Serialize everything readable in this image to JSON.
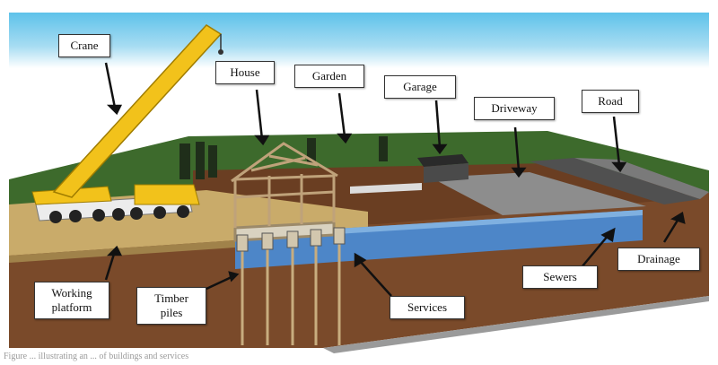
{
  "labels": {
    "crane": "Crane",
    "house": "House",
    "garden": "Garden",
    "garage": "Garage",
    "driveway": "Driveway",
    "road": "Road",
    "drainage": "Drainage",
    "sewers": "Sewers",
    "services": "Services",
    "timber_piles": "Timber piles",
    "working_platform": "Working platform"
  },
  "caption": "Figure ... illustrating an ... of buildings and services",
  "colors": {
    "sky": "#6ec9ea",
    "grass": "#3f6b2e",
    "soil": "#7a4a2a",
    "water": "#4d86c8",
    "platform": "#c7a968",
    "crane": "#f2c21b",
    "timber": "#c8ad7f"
  }
}
